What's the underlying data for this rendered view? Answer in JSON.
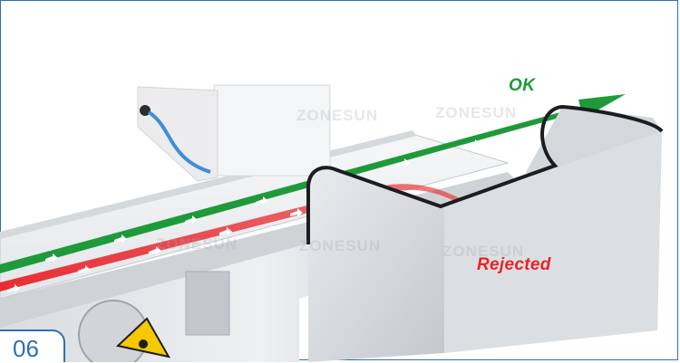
{
  "labels": {
    "ok": "OK",
    "rejected": "Rejected"
  },
  "watermark": "ZONESUN",
  "step_number": "06",
  "colors": {
    "ok_path": "#1e9a3a",
    "reject_path": "#e8242a",
    "frame": "#2f6fb0",
    "steel": "#c9cdd1"
  },
  "icons": [
    "arrow-right-icon",
    "warning-sign-icon"
  ]
}
